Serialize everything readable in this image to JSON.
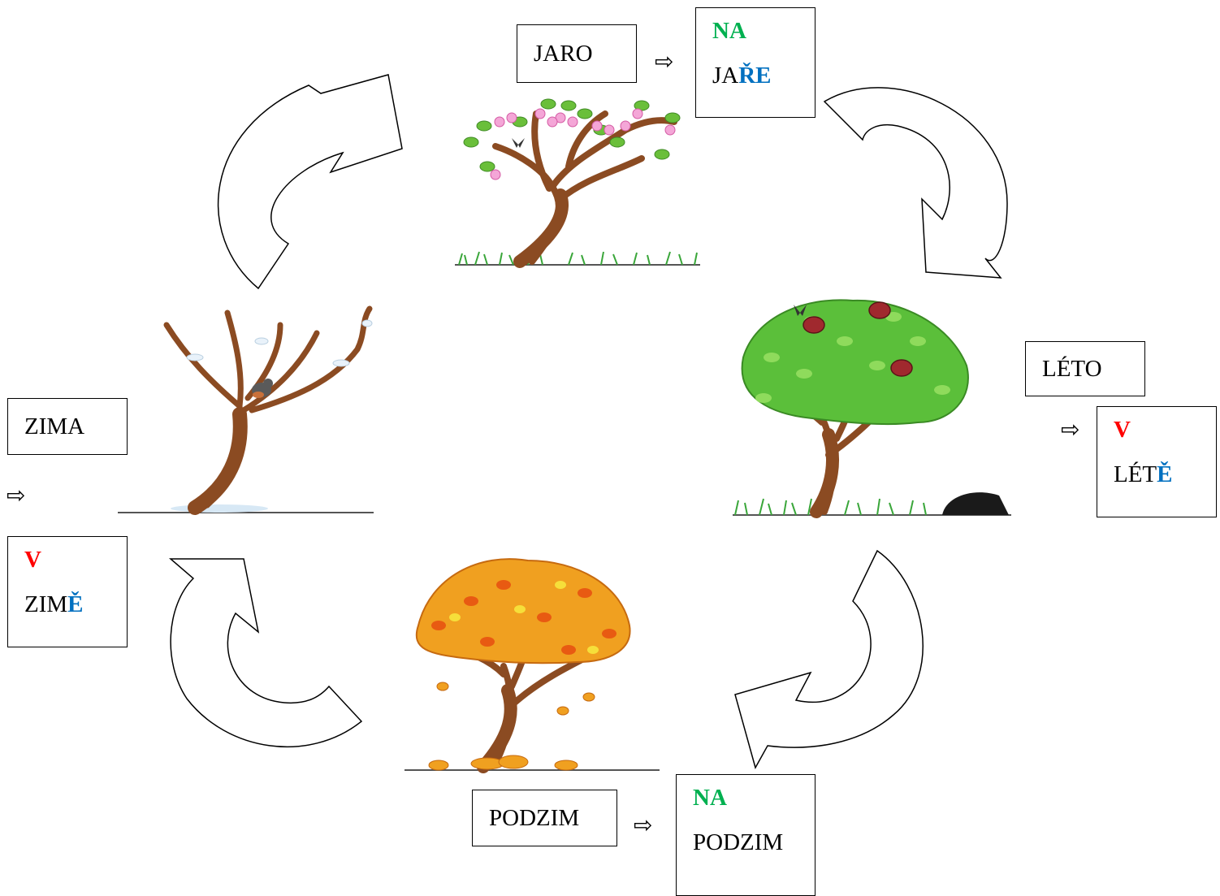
{
  "colors": {
    "na_preposition": "#00B050",
    "v_preposition": "#FF0000",
    "ending": "#0070C0"
  },
  "seasons": {
    "spring": {
      "name": "JARO",
      "prep": "NA",
      "stem": "JA",
      "ending": "ŘE"
    },
    "summer": {
      "name": "LÉTO",
      "prep": "V",
      "stem": "LÉT",
      "ending": "Ě"
    },
    "autumn": {
      "name": "PODZIM",
      "prep": "NA",
      "stem": "PODZIM",
      "ending": ""
    },
    "winter": {
      "name": "ZIMA",
      "prep": "V",
      "stem": "ZIM",
      "ending": "Ě"
    }
  },
  "transform_symbol": "⇨",
  "cycle_arrows": [
    "spring-to-summer",
    "summer-to-autumn",
    "autumn-to-winter",
    "winter-to-spring"
  ],
  "icons": [
    "spring-tree-icon",
    "summer-tree-icon",
    "autumn-tree-icon",
    "winter-tree-icon",
    "butterfly-icon",
    "bird-icon"
  ]
}
